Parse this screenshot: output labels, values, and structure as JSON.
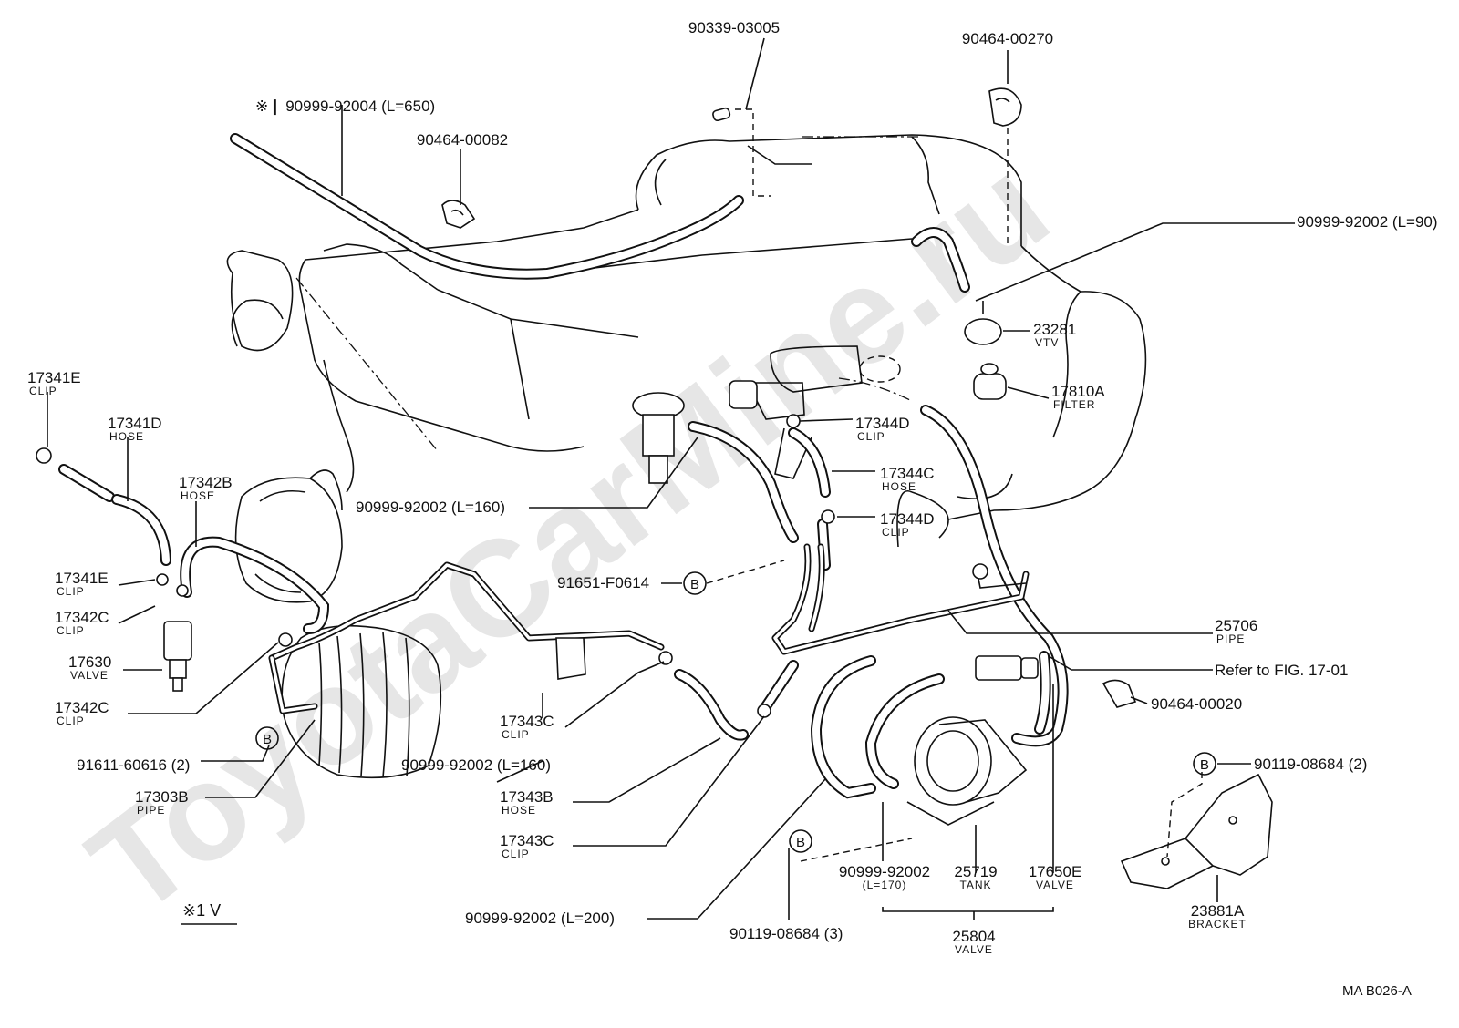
{
  "watermark": "ToyotaCarMine.ru",
  "drawing_code": "MA  B026-A",
  "note_mark": "※1 V",
  "circle_b": "B",
  "labels": {
    "l_90339": {
      "num": "90339-03005"
    },
    "l_90464_270": {
      "num": "90464-00270"
    },
    "l_909_650": {
      "num": "※❙ 90999-92004 (L=650)"
    },
    "l_90464_082": {
      "num": "90464-00082"
    },
    "l_909_90": {
      "num": "90999-92002 (L=90)"
    },
    "l_23281": {
      "num": "23281",
      "sub": "VTV"
    },
    "l_17810a": {
      "num": "17810A",
      "sub": "FILTER"
    },
    "l_17341e_top": {
      "num": "17341E",
      "sub": "CLIP"
    },
    "l_17341d": {
      "num": "17341D",
      "sub": "HOSE"
    },
    "l_17342b": {
      "num": "17342B",
      "sub": "HOSE"
    },
    "l_17344d_top": {
      "num": "17344D",
      "sub": "CLIP"
    },
    "l_17344c": {
      "num": "17344C",
      "sub": "HOSE"
    },
    "l_909_160_mid": {
      "num": "90999-92002 (L=160)"
    },
    "l_17344d_bot": {
      "num": "17344D",
      "sub": "CLIP"
    },
    "l_91651": {
      "num": "91651-F0614"
    },
    "l_17341e_bot": {
      "num": "17341E",
      "sub": "CLIP"
    },
    "l_17342c_top": {
      "num": "17342C",
      "sub": "CLIP"
    },
    "l_17630": {
      "num": "17630",
      "sub": "VALVE"
    },
    "l_17342c_bot": {
      "num": "17342C",
      "sub": "CLIP"
    },
    "l_25706": {
      "num": "25706",
      "sub": "PIPE"
    },
    "l_refer": {
      "num": "Refer to FIG. 17-01"
    },
    "l_90464_020": {
      "num": "90464-00020"
    },
    "l_91611": {
      "num": "91611-60616 (2)"
    },
    "l_17343c_top": {
      "num": "17343C",
      "sub": "CLIP"
    },
    "l_909_160_low": {
      "num": "90999-92002 (L=160)"
    },
    "l_17303b": {
      "num": "17303B",
      "sub": "PIPE"
    },
    "l_17343b": {
      "num": "17343B",
      "sub": "HOSE"
    },
    "l_17343c_bot": {
      "num": "17343C",
      "sub": "CLIP"
    },
    "l_90119_2": {
      "num": "90119-08684 (2)"
    },
    "l_909_170": {
      "num": "90999-92002",
      "sub": "(L=170)"
    },
    "l_25719": {
      "num": "25719",
      "sub": "TANK"
    },
    "l_17650e": {
      "num": "17650E",
      "sub": "VALVE"
    },
    "l_909_200": {
      "num": "90999-92002 (L=200)"
    },
    "l_90119_3": {
      "num": "90119-08684 (3)"
    },
    "l_25804": {
      "num": "25804",
      "sub": "VALVE"
    },
    "l_23881a": {
      "num": "23881A",
      "sub": "BRACKET"
    }
  }
}
